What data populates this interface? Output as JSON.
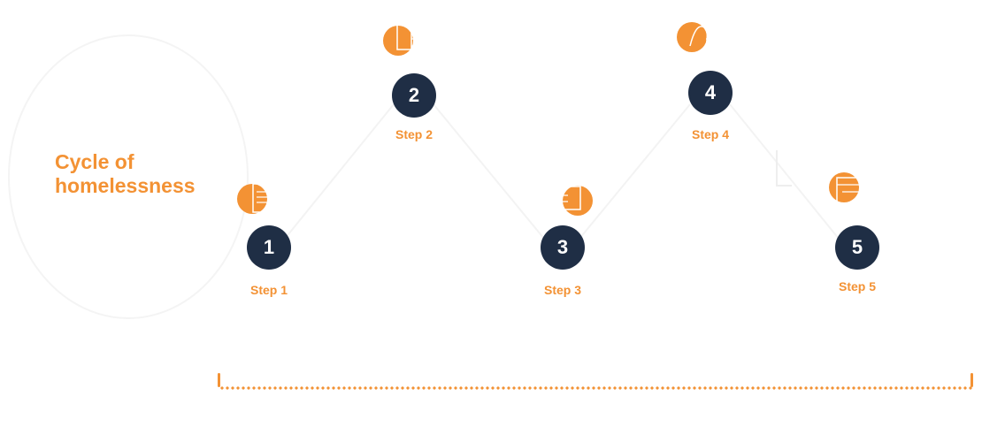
{
  "title": {
    "line1": "Cycle of",
    "line2": "homelessness"
  },
  "steps": [
    {
      "number": "1",
      "label": "Step 1",
      "icon": "document-icon"
    },
    {
      "number": "2",
      "label": "Step 2",
      "icon": "building-icon"
    },
    {
      "number": "3",
      "label": "Step 3",
      "icon": "id-card-icon"
    },
    {
      "number": "4",
      "label": "Step 4",
      "icon": "medical-icon"
    },
    {
      "number": "5",
      "label": "Step 5",
      "icon": "calendar-icon"
    }
  ],
  "colors": {
    "accent": "#F39234",
    "node": "#1F2E45",
    "background": "#ffffff"
  }
}
